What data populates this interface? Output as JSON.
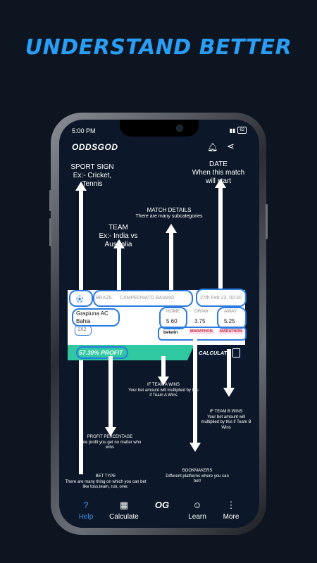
{
  "headline": "UNDERSTAND BETTER",
  "status": {
    "time": "5:00 PM",
    "battery": "62"
  },
  "app": {
    "logo": "ODDSGOD"
  },
  "annotations": {
    "sport_sign": {
      "title": "SPORT SIGN",
      "desc": "Ex:- Cricket, Tennis"
    },
    "date": {
      "title": "DATE",
      "desc": "When this match will start"
    },
    "match_details": {
      "title": "MATCH DETAILS",
      "desc": "There are many subcategories"
    },
    "team": {
      "title": "TEAM",
      "desc": "Ex:- India vs Australia"
    },
    "team_a_wins": {
      "title": "IF TEAM A WINS",
      "desc": "Your bet amount will multiplied by this if Team A Wins"
    },
    "team_b_wins": {
      "title": "IF TEAM B WINS",
      "desc": "Your bet amount will multiplied by this if Team B Wins"
    },
    "profit_percentage": {
      "title": "PROFIT PERCENTAGE",
      "desc": "Sure profit you get no matter who wins"
    },
    "bookmakers": {
      "title": "BOOKMAKERS",
      "desc": "Different platforms where you can bet!"
    },
    "bet_type": {
      "title": "BET TYPE",
      "desc": "There are many thing on which you can bet like toss,team, run, over."
    }
  },
  "match": {
    "country": "BRAZIL",
    "league": "CAMPEONATO BAIANO",
    "date": "27th Feb 23, 00:30",
    "team_a": "Grapiuna AC",
    "team_b": "Bahia",
    "bet_type": "1X2",
    "odds_headers": [
      "HOME",
      "DRAW",
      "AWAY"
    ],
    "odds": [
      "5.60",
      "3.75",
      "5.25"
    ],
    "bookmakers": [
      "betwin",
      "MARATHON",
      "MARATHON"
    ],
    "profit": "57.30% PROFIT",
    "calculate_label": "CALCULATE"
  },
  "nav": [
    {
      "label": "Help",
      "icon": "help-icon"
    },
    {
      "label": "Calculate",
      "icon": "calculator-icon"
    },
    {
      "label": "",
      "icon": "oddsgod-logo-icon"
    },
    {
      "label": "Learn",
      "icon": "learn-icon"
    },
    {
      "label": "More",
      "icon": "more-icon"
    }
  ],
  "colors": {
    "background": "#0d1521",
    "accent": "#2a9df4",
    "highlight": "#2a7be0",
    "profit": "#2fc8a0"
  }
}
